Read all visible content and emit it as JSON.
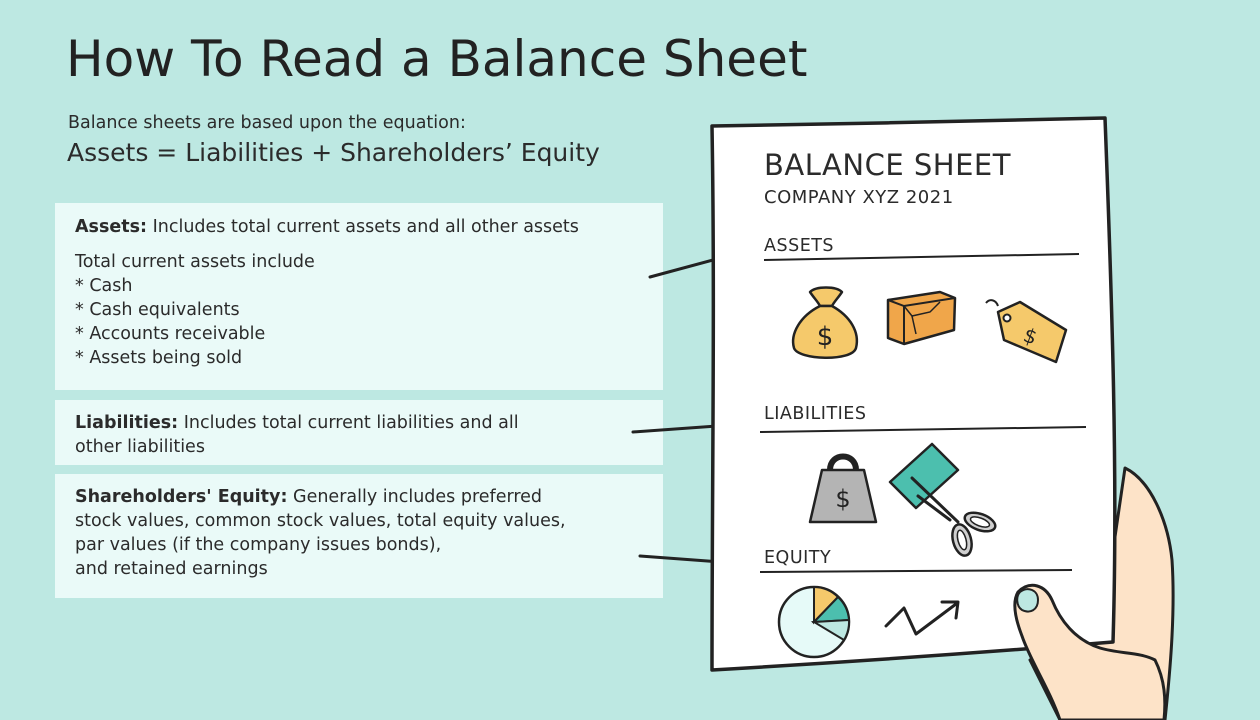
{
  "title": "How To Read a Balance Sheet",
  "intro": "Balance sheets are based upon the equation:",
  "equation": "Assets = Liabilities + Shareholders’ Equity",
  "assets_box": {
    "heading": "Assets:",
    "text": " Includes total current assets and all other assets",
    "list_intro": "Total current assets include",
    "items": [
      "* Cash",
      "* Cash equivalents",
      "* Accounts receivable",
      "* Assets being sold"
    ]
  },
  "liabilities_box": {
    "heading": "Liabilities:",
    "line1": " Includes total current liabilities and all",
    "line2": "other liabilities"
  },
  "equity_box": {
    "heading": "Shareholders' Equity:",
    "line1": " Generally includes preferred",
    "line2": "stock values, common stock values, total equity values,",
    "line3": "par values (if the company issues bonds),",
    "line4": "and retained earnings"
  },
  "sheet": {
    "title": "BALANCE SHEET",
    "company": "COMPANY XYZ 2021",
    "assets_label": "ASSETS",
    "liabilities_label": "LIABILITIES",
    "equity_label": "EQUITY"
  },
  "icons": {
    "money_bag_symbol": "$",
    "price_tag_symbol": "$",
    "weight_symbol": "$",
    "assets_icons": [
      "money-bag-icon",
      "box-icon",
      "price-tag-icon"
    ],
    "liabilities_icons": [
      "weight-icon",
      "scissors-cutting-card-icon"
    ],
    "equity_icons": [
      "pie-chart-icon",
      "trend-arrow-icon"
    ]
  },
  "colors": {
    "background": "#bde8e2",
    "box": "#eafaf8",
    "gold": "#f5c96b",
    "orange": "#f0a64a",
    "teal": "#4cbfae",
    "skin": "#fde3c8"
  }
}
